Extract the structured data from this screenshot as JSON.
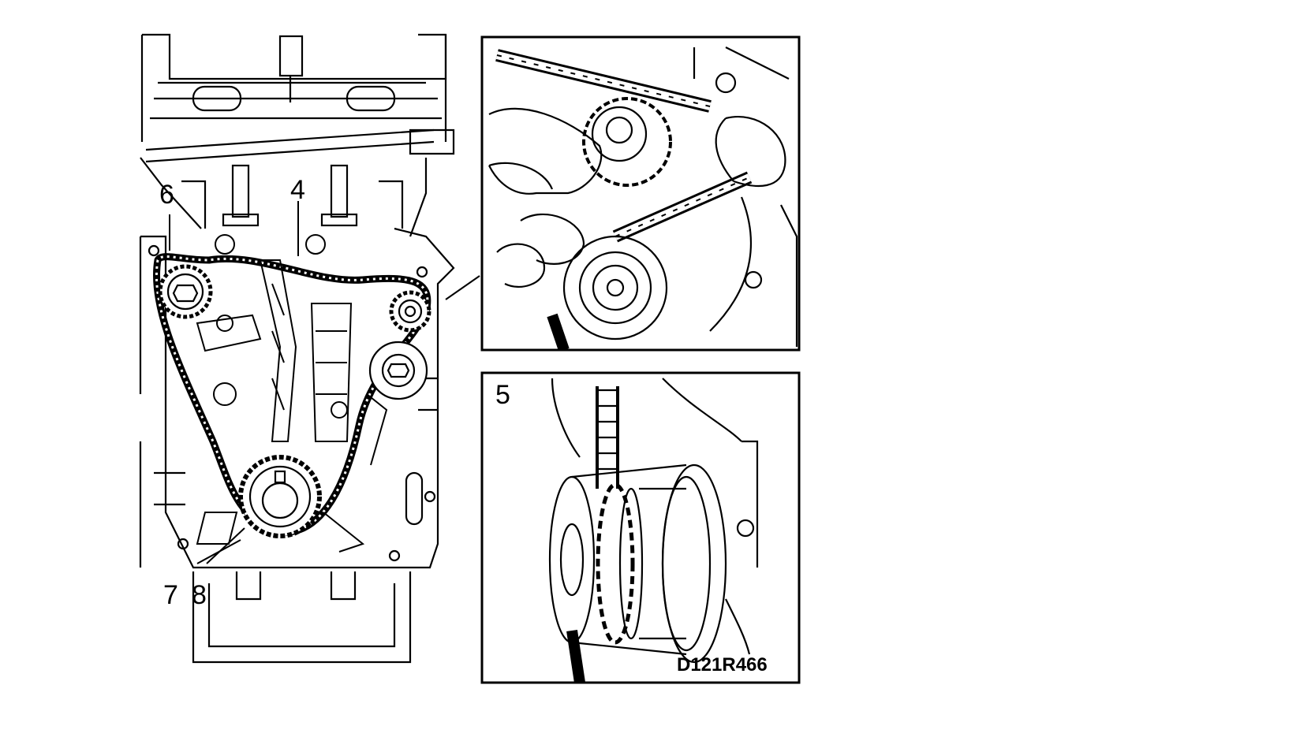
{
  "labels": {
    "callout_4": "4",
    "callout_5": "5",
    "callout_6": "6",
    "callout_7": "7",
    "callout_8": "8",
    "figure_code": "D121R466"
  },
  "colors": {
    "ink": "#000000",
    "paper": "#ffffff"
  }
}
